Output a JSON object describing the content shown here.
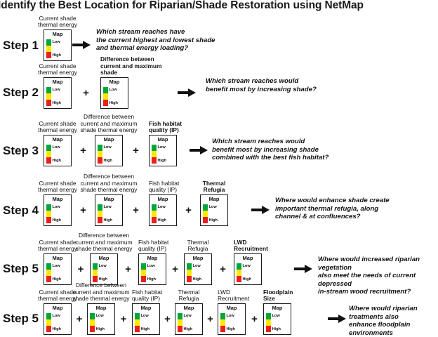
{
  "title": "Identify the Best Location for Riparian/Shade Restoration using NetMap",
  "map_box": {
    "title": "Map",
    "legend_low": "Low",
    "legend_high": "High",
    "colors": {
      "low": "#00a63c",
      "mid": "#ffe800",
      "high": "#e8201c"
    }
  },
  "symbols": {
    "plus": "+",
    "arrow": "arrow-right"
  },
  "labels": {
    "current_shade": "Current shade\nthermal energy",
    "difference_short": "Difference between\ncurrent and maximum\nshade",
    "difference_long": "Difference between\ncurrent and maximum\nshade thermal energy",
    "fish_habitat": "Fish habitat\nquality (IP)",
    "thermal_refugia": "Thermal\nRefugia",
    "lwd": "LWD\nRecruitment",
    "floodplain": "Floodplain\nSize"
  },
  "steps": [
    {
      "id": "step-1",
      "label": "Step 1",
      "maps": [
        {
          "name": "current-shade",
          "caption": "Current shade\nthermal energy",
          "bold": false,
          "align": "center"
        }
      ],
      "question": "Which stream reaches have\nthe current highest and lowest shade\nand thermal energy loading?"
    },
    {
      "id": "step-2",
      "label": "Step 2",
      "maps": [
        {
          "name": "current-shade",
          "caption": "Current shade\nthermal energy",
          "bold": false,
          "align": "center"
        },
        {
          "name": "difference-current-max-shade",
          "caption": "Difference between\ncurrent and maximum\nshade",
          "bold": true,
          "align": "left"
        }
      ],
      "question": "Which stream reaches would\nbenefit most by increasing shade?"
    },
    {
      "id": "step-3",
      "label": "Step 3",
      "maps": [
        {
          "name": "current-shade",
          "caption": "Current shade\nthermal energy",
          "bold": false,
          "align": "center"
        },
        {
          "name": "difference-current-max-shade",
          "caption": "Difference between\ncurrent and maximum\nshade thermal energy",
          "bold": false,
          "align": "center"
        },
        {
          "name": "fish-habitat-quality",
          "caption": "Fish habitat\nquality (IP)",
          "bold": true,
          "align": "left"
        }
      ],
      "question": "Which stream reaches would\nbenefit most by increasing shade\ncombined with the best fish habitat?"
    },
    {
      "id": "step-4",
      "label": "Step 4",
      "maps": [
        {
          "name": "current-shade",
          "caption": "Current shade\nthermal energy",
          "bold": false,
          "align": "center"
        },
        {
          "name": "difference-current-max-shade",
          "caption": "Difference between\ncurrent and maximum\nshade thermal energy",
          "bold": false,
          "align": "center"
        },
        {
          "name": "fish-habitat-quality",
          "caption": "Fish habitat\nquality (IP)",
          "bold": false,
          "align": "left"
        },
        {
          "name": "thermal-refugia",
          "caption": "Thermal\nRefugia",
          "bold": true,
          "align": "center"
        }
      ],
      "question": "Where would enhance shade create\nimportant thermal refugia, along\nchannel & at confluences?"
    },
    {
      "id": "step-5",
      "label": "Step 5",
      "maps": [
        {
          "name": "current-shade",
          "caption": "Current shade\nthermal energy",
          "bold": false,
          "align": "center"
        },
        {
          "name": "difference-current-max-shade",
          "caption": "Difference between\ncurrent and maximum\nshade thermal energy",
          "bold": false,
          "align": "center"
        },
        {
          "name": "fish-habitat-quality",
          "caption": "Fish habitat\nquality (IP)",
          "bold": false,
          "align": "left"
        },
        {
          "name": "thermal-refugia",
          "caption": "Thermal\nRefugia",
          "bold": false,
          "align": "center"
        },
        {
          "name": "lwd-recruitment",
          "caption": "LWD\nRecruitment",
          "bold": true,
          "align": "left"
        }
      ],
      "question": "Where would increased riparian vegetation\nalso meet the needs of current depressed\nin-stream wood recruitment?"
    },
    {
      "id": "step-6",
      "label": "Step 5",
      "maps": [
        {
          "name": "current-shade",
          "caption": "Current shade\nthermal energy",
          "bold": false,
          "align": "center"
        },
        {
          "name": "difference-current-max-shade",
          "caption": "Difference between\ncurrent and maximum\nshade thermal energy",
          "bold": false,
          "align": "center"
        },
        {
          "name": "fish-habitat-quality",
          "caption": "Fish habitat\nquality (IP)",
          "bold": false,
          "align": "left"
        },
        {
          "name": "thermal-refugia",
          "caption": "Thermal\nRefugia",
          "bold": false,
          "align": "center"
        },
        {
          "name": "lwd-recruitment",
          "caption": "LWD\nRecruitment",
          "bold": false,
          "align": "left"
        },
        {
          "name": "floodplain-size",
          "caption": "Floodplain\nSize",
          "bold": true,
          "align": "left"
        }
      ],
      "question": "Where would riparian treatments also\nenhance floodplain environments"
    }
  ]
}
